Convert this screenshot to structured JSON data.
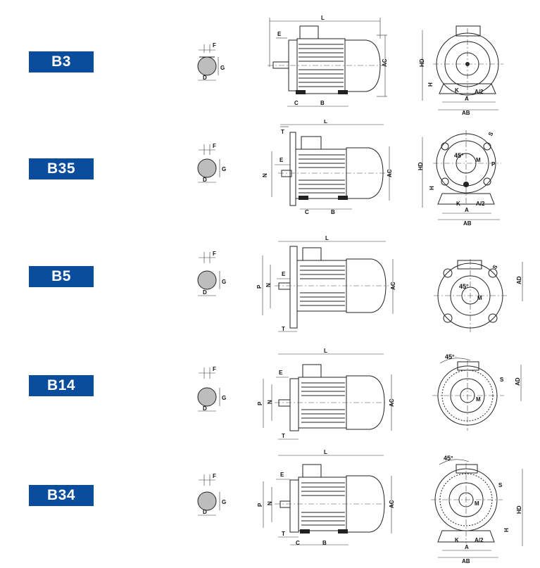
{
  "mounts": [
    {
      "name": "B3",
      "shaft": {
        "F": "F",
        "G": "G",
        "D": "D"
      },
      "side": {
        "L": "L",
        "E": "E",
        "AC": "AC",
        "C": "C",
        "B": "B"
      },
      "end": {
        "HD": "HD",
        "H": "H",
        "K": "K",
        "A2": "A/2",
        "A": "A",
        "AB": "AB"
      }
    },
    {
      "name": "B35",
      "shaft": {
        "F": "F",
        "G": "G",
        "D": "D"
      },
      "side": {
        "L": "L",
        "T": "T",
        "E": "E",
        "N": "N",
        "AC": "AC",
        "C": "C",
        "B": "B"
      },
      "end": {
        "S": "S",
        "deg": "45°",
        "M": "M",
        "P": "P",
        "HD": "HD",
        "H": "H",
        "K": "K",
        "A2": "A/2",
        "A": "A",
        "AB": "AB"
      }
    },
    {
      "name": "B5",
      "shaft": {
        "F": "F",
        "G": "G",
        "D": "D"
      },
      "side": {
        "L": "L",
        "E": "E",
        "P": "P",
        "N": "N",
        "T": "T",
        "AC": "AC"
      },
      "end": {
        "S": "S",
        "deg": "45°",
        "M": "M",
        "AD": "AD"
      }
    },
    {
      "name": "B14",
      "shaft": {
        "F": "F",
        "G": "G",
        "D": "D"
      },
      "side": {
        "L": "L",
        "E": "E",
        "P": "P",
        "N": "N",
        "T": "T",
        "AC": "AC"
      },
      "end": {
        "deg": "45°",
        "S": "S",
        "AD": "AD",
        "M": "M"
      }
    },
    {
      "name": "B34",
      "shaft": {
        "F": "F",
        "G": "G",
        "D": "D"
      },
      "side": {
        "L": "L",
        "E": "E",
        "P": "P",
        "N": "N",
        "T": "T",
        "C": "C",
        "B": "B",
        "AC": "AC"
      },
      "end": {
        "deg": "45°",
        "S": "S",
        "M": "M",
        "HD": "HD",
        "H": "H",
        "K": "K",
        "A2": "A/2",
        "A": "A",
        "AB": "AB"
      }
    }
  ]
}
